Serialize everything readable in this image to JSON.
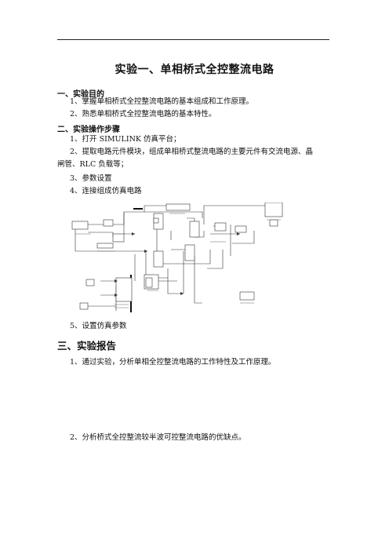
{
  "title": "实验一、单相桥式全控整流电路",
  "section1": {
    "heading": "一、实验目的",
    "items": [
      "1、掌握单相桥式全控整流电路的基本组成和工作原理。",
      "2、熟悉单相桥式全控整流电路的基本特性。"
    ]
  },
  "section2": {
    "heading": "二、实验操作步骤",
    "step1": "1、打开 SIMULINK 仿真平台；",
    "step2_line1": "2、提取电路元件模块，组成单相桥式整流电路的主要元件有交流电源、晶",
    "step2_line2": "闸管、RLC 负载等；",
    "step3": "3、参数设置",
    "step4": "4、连接组成仿真电路",
    "step5": "5、设置仿真参数"
  },
  "section3": {
    "heading": "三、实验报告",
    "q1": "1、通过实验，分析单相全控整流电路的工作特性及工作原理。",
    "q2": "2、分析桥式全控整流较半波可控整流电路的优缺点。"
  }
}
